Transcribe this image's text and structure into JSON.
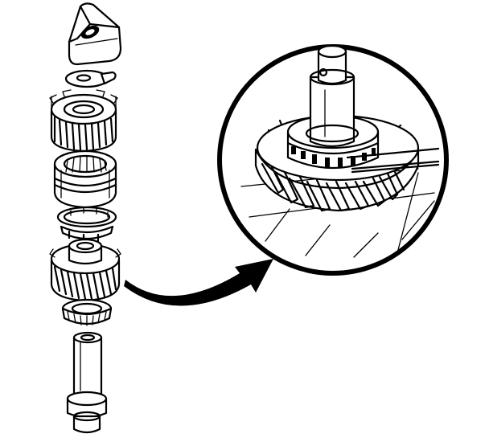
{
  "figure": {
    "labels": [],
    "colors": {
      "ink": "#000000",
      "paper": "#ffffff"
    }
  },
  "parts": [
    {
      "id": "shift-fork-pad",
      "icon": "fork-pad-icon"
    },
    {
      "id": "thrust-washer",
      "icon": "washer-icon"
    },
    {
      "id": "upper-gear",
      "icon": "gear-icon"
    },
    {
      "id": "synchronizer-sleeve",
      "icon": "sleeve-icon"
    },
    {
      "id": "blocking-ring",
      "icon": "ring-icon"
    },
    {
      "id": "lower-gear",
      "icon": "gear-icon"
    },
    {
      "id": "needle-bearing",
      "icon": "bearing-icon"
    },
    {
      "id": "shaft",
      "icon": "shaft-icon"
    }
  ],
  "detail": {
    "icon": "magnified-detail-icon",
    "pointer": "curved-arrow-icon"
  }
}
